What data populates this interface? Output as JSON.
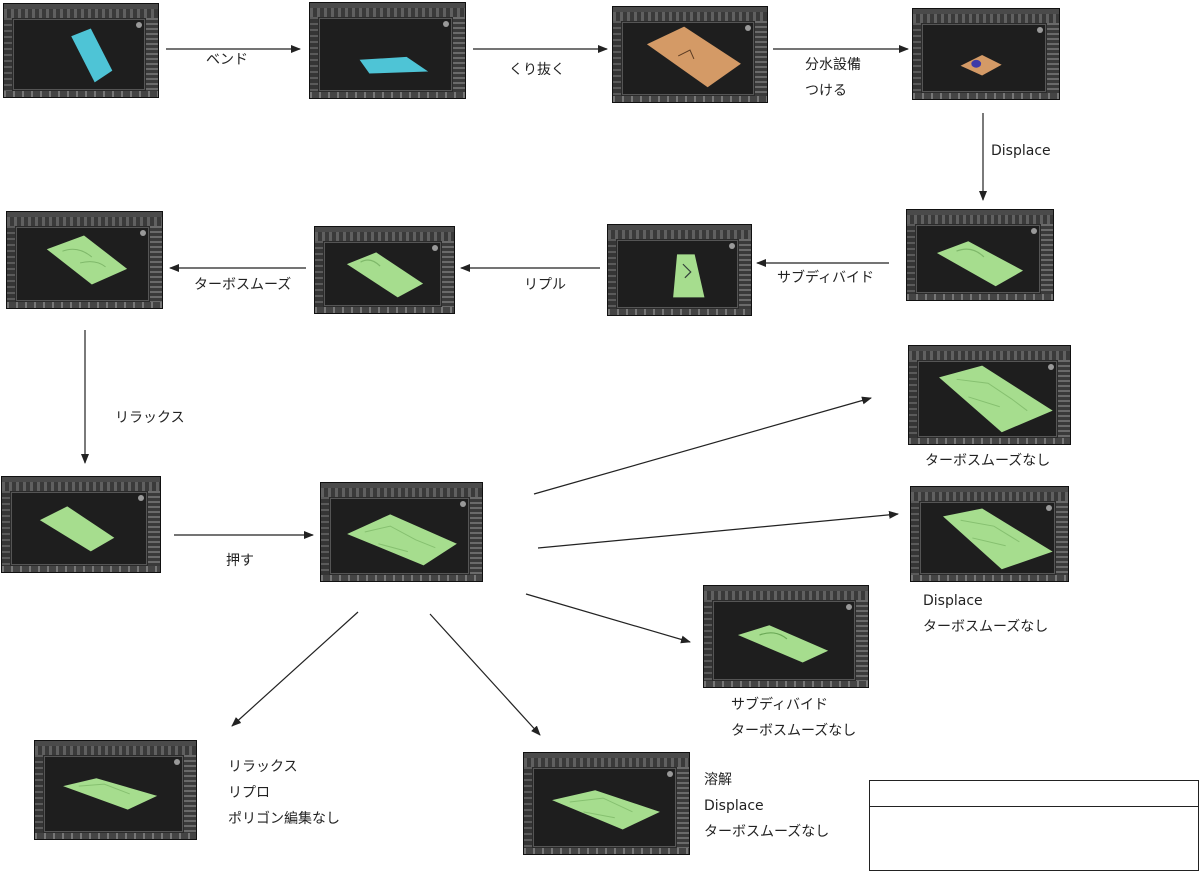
{
  "colors": {
    "cyan_model": "#4ec4d6",
    "orange_model": "#d49a66",
    "green_model": "#a6dd8e",
    "background": "#ffffff",
    "ui_dark": "#2b2b2b"
  },
  "labels": {
    "bend": "ベンド",
    "cut_out": "くり抜く",
    "add_water_1": "分水設備",
    "add_water_2": "つける",
    "displace": "Displace",
    "subdivide": "サブディバイド",
    "ripple": "リプル",
    "turbo_smooth": "ターボスムーズ",
    "relax": "リラックス",
    "push": "押す",
    "v1": "ターボスムーズなし",
    "v2_1": "Displace",
    "v2_2": "ターボスムーズなし",
    "v3_1": "サブディバイド",
    "v3_2": "ターボスムーズなし",
    "v4_1": "リラックス",
    "v4_2": "リプロ",
    "v4_3": "ポリゴン編集なし",
    "v5_1": "溶解",
    "v5_2": "Displace",
    "v5_3": "ターボスムーズなし"
  },
  "legend": {
    "row1": "",
    "row2": ""
  }
}
